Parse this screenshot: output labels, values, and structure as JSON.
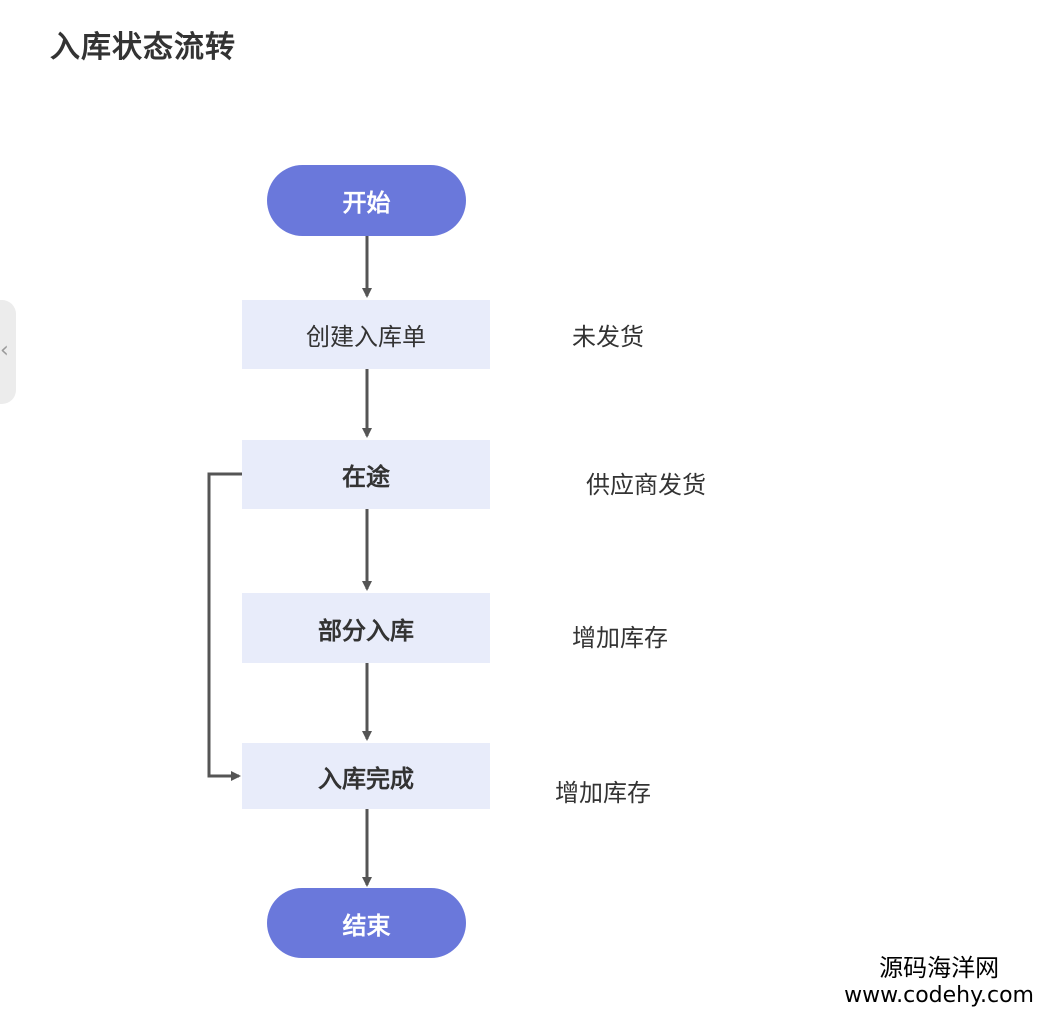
{
  "title": "入库状态流转",
  "nodes": {
    "start": "开始",
    "create": "创建入库单",
    "transit": "在途",
    "partial": "部分入库",
    "complete": "入库完成",
    "end": "结束"
  },
  "notes": {
    "create": "未发货",
    "transit": "供应商发货",
    "partial": "增加库存",
    "complete": "增加库存"
  },
  "watermark": {
    "name": "源码海洋网",
    "url": "www.codehy.com"
  },
  "colors": {
    "terminal": "#6a78db",
    "process": "#e8ecfa",
    "arrow": "#555555"
  }
}
